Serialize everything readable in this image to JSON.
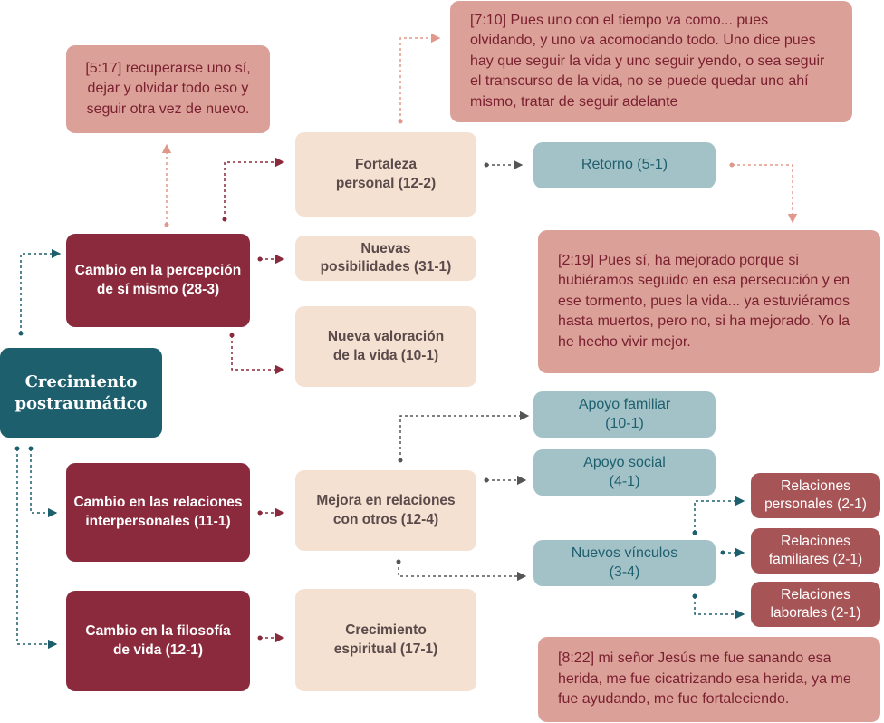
{
  "colors": {
    "maroon": "#8a2a3c",
    "beige": "#f4e1d2",
    "dark_teal": "#1e5f6e",
    "light_blue": "#a3c2c8",
    "quote_pink": "#dba198",
    "relation_red": "#a75456"
  },
  "root": {
    "label": "Crecimiento\npostraumático"
  },
  "categories": {
    "perception": "Cambio en la percepción\nde sí mismo (28-3)",
    "relations": "Cambio en las relaciones\ninterpersonales (11-1)",
    "philosophy": "Cambio en la filosofía\nde vida (12-1)"
  },
  "subthemes": {
    "fortaleza": "Fortaleza\npersonal (12-2)",
    "posibilidades": "Nuevas\nposibilidades (31-1)",
    "valoracion": "Nueva valoración\nde la vida (10-1)",
    "mejora": "Mejora en relaciones\ncon otros (12-4)",
    "espiritual": "Crecimiento\nespiritual (17-1)"
  },
  "codes": {
    "retorno": "Retorno (5-1)",
    "apoyo_familiar": "Apoyo familiar\n(10-1)",
    "apoyo_social": "Apoyo social\n(4-1)",
    "nuevos_vinculos": "Nuevos vínculos\n(3-4)",
    "rel_personales": "Relaciones\npersonales (2-1)",
    "rel_familiares": "Relaciones\nfamiliares (2-1)",
    "rel_laborales": "Relaciones\nlaborales (2-1)"
  },
  "quotes": {
    "q517": "[5:17] recuperarse uno sí,\ndejar y olvidar todo eso y\nseguir otra vez de nuevo.",
    "q710": "[7:10] Pues uno con el tiempo va como... pues\nolvidando, y uno va acomodando todo. Uno dice pues\nhay que seguir la vida y uno seguir yendo, o sea seguir\nel transcurso de la vida, no se puede quedar uno ahí\nmismo, tratar de seguir adelante",
    "q219": "[2:19] Pues sí, ha mejorado porque si\nhubiéramos seguido en esa persecución y en\nese tormento, pues la vida... ya estuviéramos\nhasta muertos, pero no, si ha mejorado. Yo la\nhe hecho vivir mejor.",
    "q822": "[8:22] mi señor Jesús me fue sanando esa\nherida, me fue cicatrizando esa herida, ya me\nfue ayudando, me fue fortaleciendo."
  }
}
